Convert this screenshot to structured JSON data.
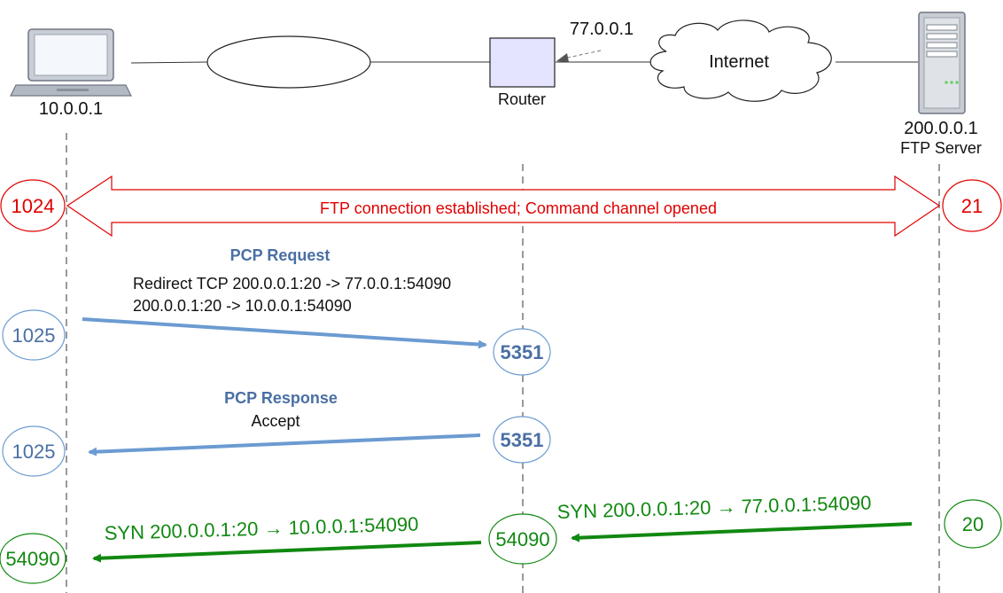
{
  "nodes": {
    "client": {
      "ip": "10.0.0.1"
    },
    "router": {
      "label": "Router",
      "public_ip": "77.0.0.1"
    },
    "internet": {
      "label": "Internet"
    },
    "server": {
      "ip": "200.0.0.1",
      "label": "FTP Server"
    }
  },
  "control": {
    "client_port": "1024",
    "server_port": "21",
    "text": "FTP connection established; Command channel opened"
  },
  "pcp_request": {
    "title": "PCP Request",
    "line1": "Redirect TCP 200.0.0.1:20 -> 77.0.0.1:54090",
    "line2": "200.0.0.1:20 -> 10.0.0.1:54090",
    "client_port": "1025",
    "router_port": "5351"
  },
  "pcp_response": {
    "title": "PCP Response",
    "text": "Accept",
    "client_port": "1025",
    "router_port": "5351"
  },
  "syn": {
    "server_port": "20",
    "router_port": "54090",
    "client_port": "54090",
    "label_router": "SYN 200.0.0.1:20 → 77.0.0.1:54090",
    "label_client": "SYN 200.0.0.1:20 → 10.0.0.1:54090"
  },
  "colors": {
    "red": "#e00000",
    "blue": "#6b9bd1",
    "blue_text": "#4a6fa5",
    "green": "#118811",
    "router_fill": "#e4e4ff"
  }
}
